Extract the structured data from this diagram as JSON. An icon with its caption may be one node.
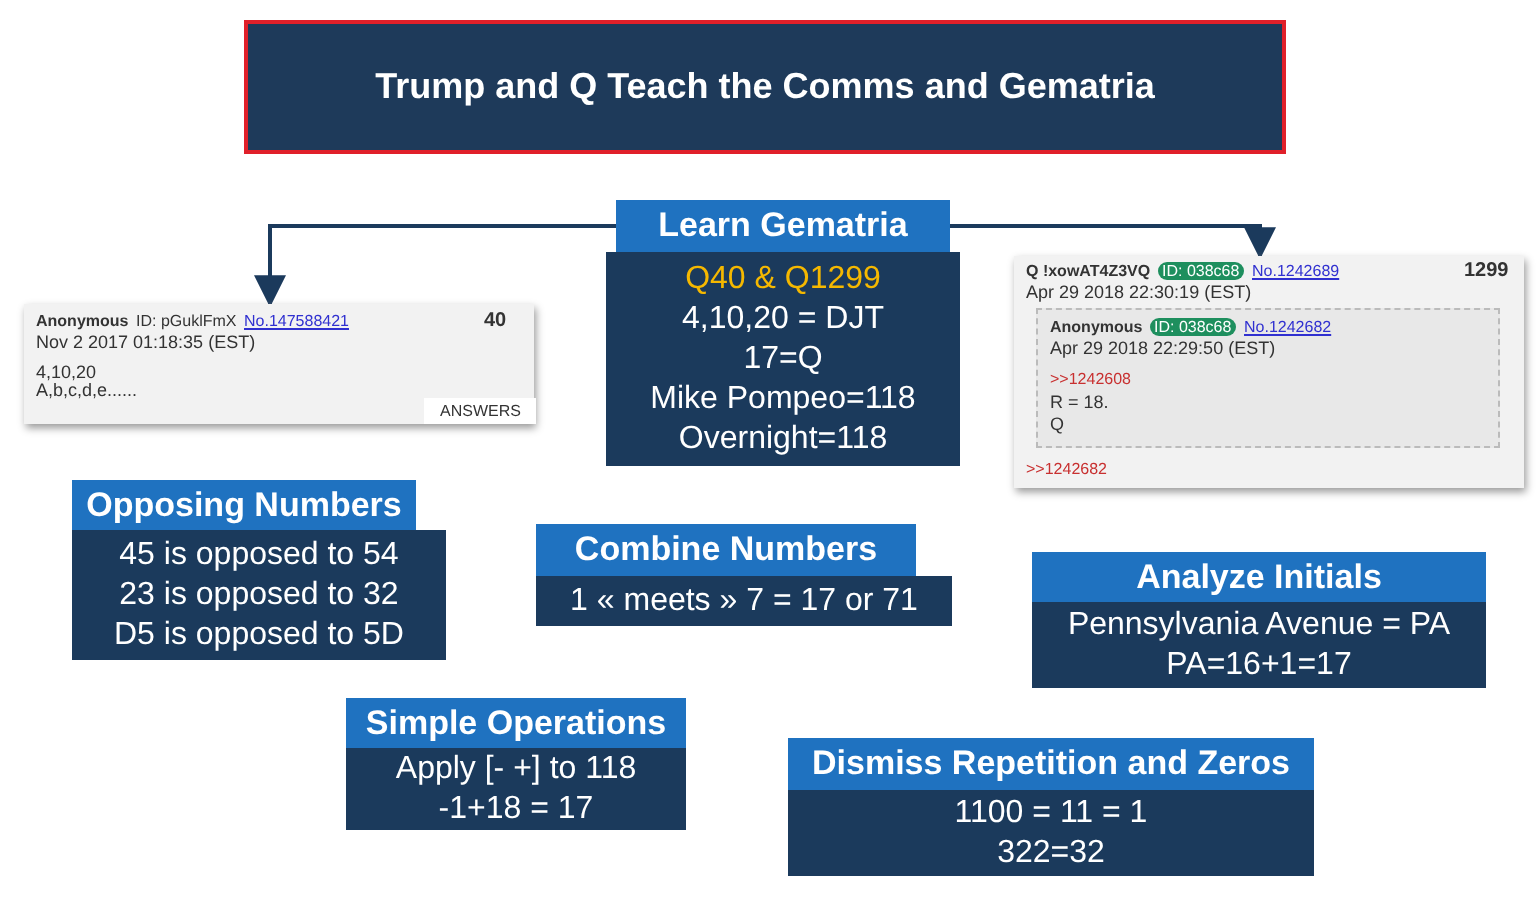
{
  "diagram": {
    "title": "Trump and Q Teach the Comms and Gematria",
    "nodes": [
      {
        "text": [
          "Learn Gematria",
          "Q40 & Q1299",
          "4,10,20 = DJT",
          "17=Q",
          "Mike Pompeo=118",
          "Overnight=118"
        ]
      },
      {
        "text": [
          "Anonymous",
          "ID: pGuklFmX",
          "No.147588421",
          "40",
          "Nov 2 2017 01:18:35 (EST)",
          "4,10,20",
          "A,b,c,d,e......",
          "ANSWERS"
        ]
      },
      {
        "text": [
          "Q !xowAT4Z3VQ",
          "ID: 038c68",
          "No.1242689",
          "1299",
          "Apr 29 2018 22:30:19 (EST)",
          ">>1242682"
        ]
      },
      {
        "text": [
          "Anonymous",
          "ID: 038c68",
          "No.1242682",
          "Apr 29 2018 22:29:50 (EST)",
          ">>1242608",
          "R = 18.",
          "Q"
        ],
        "in": 2
      },
      {
        "text": [
          "Opposing Numbers",
          "45 is opposed to 54",
          "23 is opposed to 32",
          "D5 is opposed to 5D"
        ]
      },
      {
        "text": [
          "Combine Numbers",
          "1 « meets » 7 = 17 or 71"
        ]
      },
      {
        "text": [
          "Analyze Initials",
          "Pennsylvania Avenue = PA",
          "PA=16+1=17"
        ]
      },
      {
        "text": [
          "Simple Operations",
          "Apply [- +] to 118",
          "-1+18 = 17"
        ]
      },
      {
        "text": [
          "Dismiss Repetition and Zeros",
          "1100 = 11 = 1",
          "322=32"
        ]
      }
    ],
    "edges": [
      {
        "from": 0,
        "to": 1,
        "arrow": "to"
      },
      {
        "from": 0,
        "to": 2,
        "arrow": "to"
      }
    ]
  }
}
